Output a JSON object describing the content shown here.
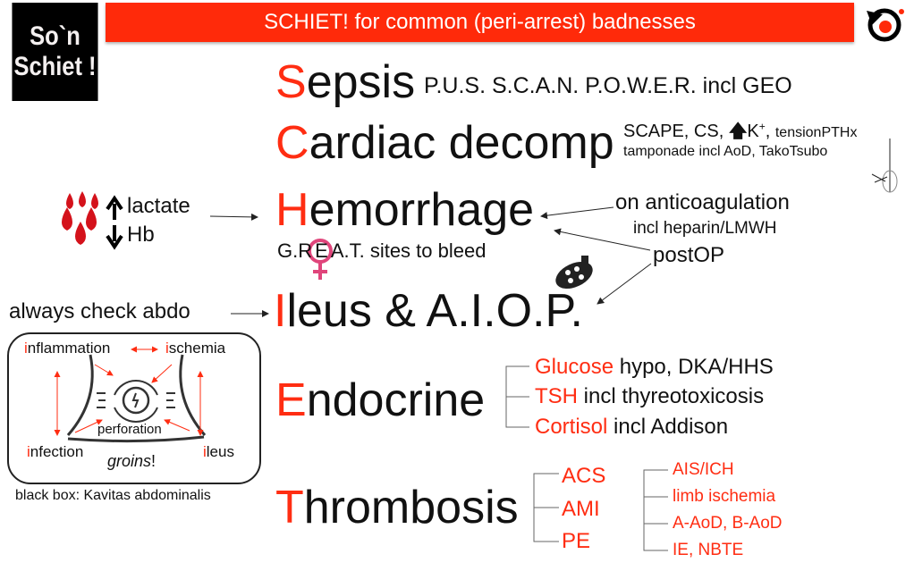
{
  "logo": {
    "line1": "So`n",
    "line2": "Schiet !"
  },
  "banner": "SCHIET! for common (peri-arrest) badnesses",
  "sepsis": {
    "initial": "S",
    "rest": "epsis",
    "detail": "P.U.S. S.C.A.N. P.O.W.E.R. incl GEO"
  },
  "cardiac": {
    "initial": "C",
    "rest": "ardiac decomp",
    "line1_a": "SCAPE, CS, ",
    "line1_k": "K",
    "line1_plus": "+",
    "line1_b": ", ",
    "line1_small": "tensionPTHx",
    "line2": "tamponade incl AoD, TakoTsubo"
  },
  "hemorrhage": {
    "initial": "H",
    "rest": "emorrhage",
    "lactate": "lactate",
    "hb": "Hb",
    "great_a": "G.R",
    "great_e": "E",
    "great_b": "A.T. sites to bleed",
    "anticoag": "on anticoagulation",
    "heparin": "incl heparin/LMWH",
    "postop": "postOP"
  },
  "ileus": {
    "initial": "I",
    "rest": "leus & A.I.O.P.",
    "check": "always check abdo"
  },
  "abdo_box": {
    "inflammation_i": "i",
    "inflammation": "nflammation",
    "ischemia_i": "i",
    "ischemia": "schemia",
    "infection_i": "i",
    "infection": "nfection",
    "ileus_i": "i",
    "ileus": "leus",
    "perforation": "perforation",
    "groins": "groins",
    "groins_bang": "!",
    "caption": "black box: Kavitas abdominalis"
  },
  "endocrine": {
    "initial": "E",
    "rest": "ndocrine",
    "items": [
      {
        "key": "Glucose",
        "text": " hypo, DKA/HHS"
      },
      {
        "key": "TSH",
        "text": " incl thyreotoxicosis"
      },
      {
        "key": "Cortisol",
        "text": " incl Addison"
      }
    ]
  },
  "thrombosis": {
    "initial": "T",
    "rest": "hrombosis",
    "cardiac": [
      "ACS",
      "AMI",
      "PE"
    ],
    "other": [
      "AIS/ICH",
      "limb ischemia",
      "A-AoD, B-AoD",
      "IE, NBTE"
    ]
  }
}
